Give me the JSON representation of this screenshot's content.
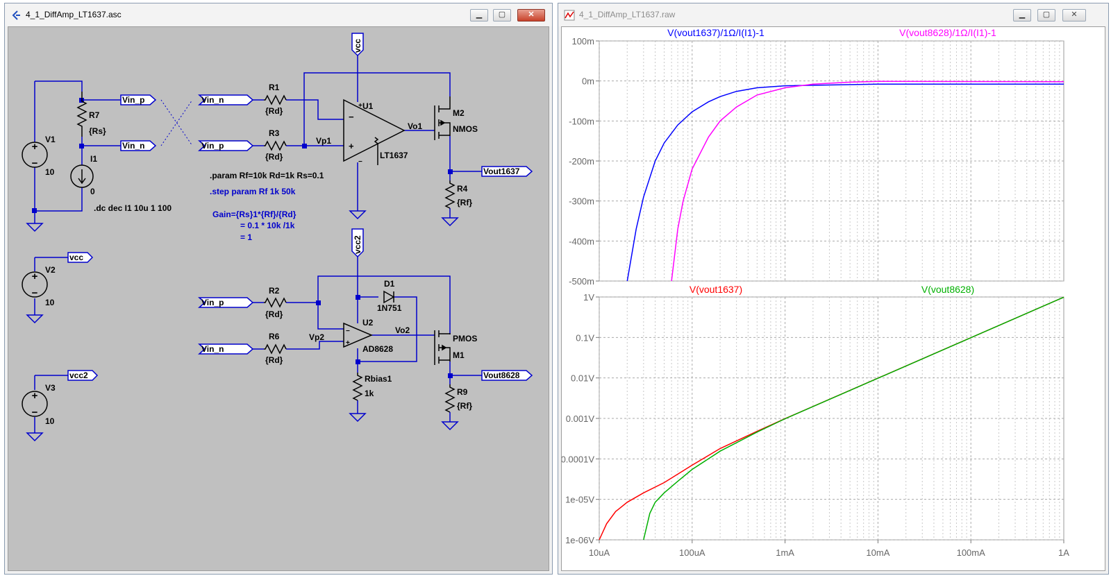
{
  "schematic_window": {
    "title": "4_1_DiffAmp_LT1637.asc",
    "buttons": {
      "minimize": "▁",
      "maximize": "▢",
      "close": "✕"
    },
    "components": {
      "V1": {
        "name": "V1",
        "value": "10"
      },
      "V2": {
        "name": "V2",
        "value": "10"
      },
      "V3": {
        "name": "V3",
        "value": "10"
      },
      "I1": {
        "name": "I1",
        "value": "0"
      },
      "R7": {
        "name": "R7",
        "value": "{Rs}"
      },
      "R1": {
        "name": "R1",
        "value": "{Rd}"
      },
      "R3": {
        "name": "R3",
        "value": "{Rd}"
      },
      "R2": {
        "name": "R2",
        "value": "{Rd}"
      },
      "R6": {
        "name": "R6",
        "value": "{Rd}"
      },
      "R4": {
        "name": "R4",
        "value": "{Rf}"
      },
      "R9": {
        "name": "R9",
        "value": "{Rf}"
      },
      "Rbias1": {
        "name": "Rbias1",
        "value": "1k"
      },
      "U1": {
        "name": "U1",
        "value": "LT1637"
      },
      "U2": {
        "name": "U2",
        "value": "AD8628"
      },
      "M2": {
        "name": "M2",
        "value": "NMOS"
      },
      "M1": {
        "name": "M1",
        "value": "PMOS"
      },
      "D1": {
        "name": "D1",
        "value": "1N751"
      }
    },
    "net_labels": {
      "vin_p": "Vin_p",
      "vin_n": "Vin_n",
      "vcc": "vcc",
      "vcc2": "vcc2",
      "vp1": "Vp1",
      "vo1": "Vo1",
      "vp2": "Vp2",
      "vo2": "Vo2",
      "vout1637": "Vout1637",
      "vout8628": "Vout8628"
    },
    "directives": {
      "dc": ".dc dec I1 10u 1 100",
      "param": ".param Rf=10k Rd=1k Rs=0.1",
      "step": ".step param Rf 1k 50k",
      "gain_1": "Gain={Rs}1*{Rf}/{Rd}",
      "gain_2": "= 0.1 * 10k /1k",
      "gain_3": "= 1"
    },
    "colors": {
      "background": "#c0c0c0",
      "wire": "#0000cc",
      "text": "#000000",
      "spice_text": "#0000cc"
    }
  },
  "plot_window": {
    "title": "4_1_DiffAmp_LT1637.raw",
    "buttons": {
      "minimize": "▁",
      "maximize": "▢",
      "close": "✕"
    },
    "x_ticks": [
      "10uA",
      "100uA",
      "1mA",
      "10mA",
      "100mA",
      "1A"
    ],
    "chart_data": [
      {
        "type": "line",
        "title": "",
        "x_scale": "log",
        "x_range": [
          "10uA",
          "1A"
        ],
        "y_range": [
          -0.5,
          0.1
        ],
        "y_ticks": [
          "100m",
          "0m",
          "-100m",
          "-200m",
          "-300m",
          "-400m",
          "-500m"
        ],
        "grid": true,
        "series": [
          {
            "name": "V(vout1637)/1Ω/I(I1)-1",
            "color": "#0000ff",
            "points": [
              [
                2e-05,
                -0.5
              ],
              [
                2.5e-05,
                -0.37
              ],
              [
                3e-05,
                -0.29
              ],
              [
                4e-05,
                -0.2
              ],
              [
                5e-05,
                -0.155
              ],
              [
                7e-05,
                -0.11
              ],
              [
                0.0001,
                -0.077
              ],
              [
                0.00015,
                -0.052
              ],
              [
                0.0002,
                -0.039
              ],
              [
                0.0003,
                -0.026
              ],
              [
                0.0005,
                -0.017
              ],
              [
                0.001,
                -0.012
              ],
              [
                0.01,
                -0.008
              ],
              [
                1,
                -0.008
              ]
            ]
          },
          {
            "name": "V(vout8628)/1Ω/I(I1)-1",
            "color": "#ff00ff",
            "points": [
              [
                6e-05,
                -0.5
              ],
              [
                7e-05,
                -0.37
              ],
              [
                8e-05,
                -0.3
              ],
              [
                0.0001,
                -0.22
              ],
              [
                0.00015,
                -0.14
              ],
              [
                0.0002,
                -0.1
              ],
              [
                0.0003,
                -0.065
              ],
              [
                0.0005,
                -0.035
              ],
              [
                0.001,
                -0.017
              ],
              [
                0.002,
                -0.008
              ],
              [
                0.005,
                -0.003
              ],
              [
                0.01,
                -0.001
              ],
              [
                1,
                -0.002
              ]
            ]
          }
        ]
      },
      {
        "type": "line",
        "title": "",
        "x_scale": "log",
        "y_scale": "log",
        "x_range": [
          "10uA",
          "1A"
        ],
        "y_range": [
          "1e-06V",
          "1V"
        ],
        "y_ticks": [
          "1V",
          "0.1V",
          "0.01V",
          "0.001V",
          "0.0001V",
          "1e-05V",
          "1e-06V"
        ],
        "grid": true,
        "series": [
          {
            "name": "V(vout1637)",
            "color": "#ff0000",
            "points": [
              [
                1e-05,
                1e-06
              ],
              [
                1.2e-05,
                2.5e-06
              ],
              [
                1.5e-05,
                5e-06
              ],
              [
                2e-05,
                8.5e-06
              ],
              [
                3e-05,
                1.45e-05
              ],
              [
                5e-05,
                2.6e-05
              ],
              [
                0.0001,
                7e-05
              ],
              [
                0.0002,
                0.00018
              ],
              [
                0.0005,
                0.00048
              ],
              [
                0.001,
                0.00099
              ],
              [
                1,
                0.99
              ]
            ]
          },
          {
            "name": "V(vout8628)",
            "color": "#00b000",
            "points": [
              [
                3e-05,
                1e-06
              ],
              [
                3.5e-05,
                4.5e-06
              ],
              [
                4e-05,
                8.5e-06
              ],
              [
                5e-05,
                1.45e-05
              ],
              [
                7e-05,
                2.8e-05
              ],
              [
                0.0001,
                5.5e-05
              ],
              [
                0.0002,
                0.000155
              ],
              [
                0.0005,
                0.00046
              ],
              [
                0.001,
                0.00098
              ],
              [
                1,
                0.99
              ]
            ]
          }
        ]
      }
    ]
  }
}
